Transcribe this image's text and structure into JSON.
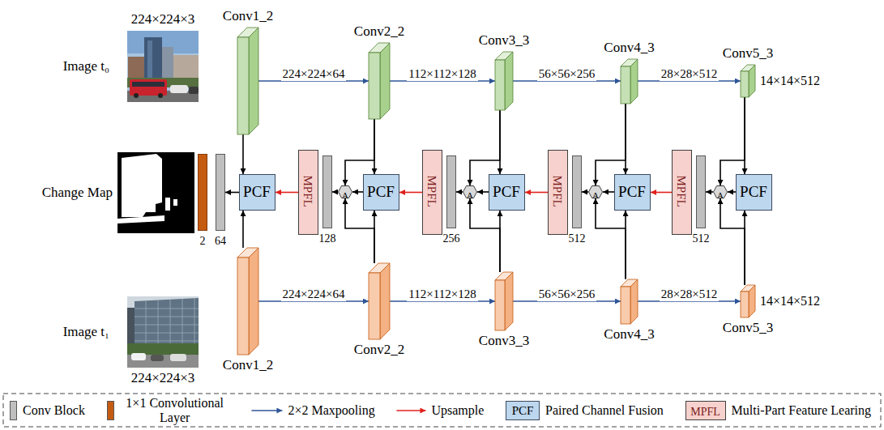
{
  "diagram": {
    "nodes": [
      {
        "text": [
          "Image t₀",
          "224×224×3"
        ]
      },
      {
        "text": [
          "Conv1_2"
        ]
      },
      {
        "text": [
          "Conv2_2"
        ]
      },
      {
        "text": [
          "Conv3_3"
        ]
      },
      {
        "text": [
          "Conv4_3"
        ]
      },
      {
        "text": [
          "Conv5_3"
        ]
      },
      {
        "text": [
          "Change Map"
        ]
      },
      {
        "text": [
          "2"
        ]
      },
      {
        "text": [
          "64"
        ]
      },
      {
        "text": [
          "PCF"
        ]
      },
      {
        "text": [
          "MPFL"
        ]
      },
      {
        "text": [
          "128"
        ]
      },
      {
        "text": [
          "A"
        ]
      },
      {
        "text": [
          "PCF"
        ]
      },
      {
        "text": [
          "MPFL"
        ]
      },
      {
        "text": [
          "256"
        ]
      },
      {
        "text": [
          "A"
        ]
      },
      {
        "text": [
          "PCF"
        ]
      },
      {
        "text": [
          "MPFL"
        ]
      },
      {
        "text": [
          "512"
        ]
      },
      {
        "text": [
          "A"
        ]
      },
      {
        "text": [
          "PCF"
        ]
      },
      {
        "text": [
          "MPFL"
        ]
      },
      {
        "text": [
          "512"
        ]
      },
      {
        "text": [
          "A"
        ]
      },
      {
        "text": [
          "PCF"
        ]
      },
      {
        "text": [
          "Image t₁",
          "224×224×3"
        ]
      },
      {
        "text": [
          "Conv1_2"
        ]
      },
      {
        "text": [
          "Conv2_2"
        ]
      },
      {
        "text": [
          "Conv3_3"
        ]
      },
      {
        "text": [
          "Conv4_3"
        ]
      },
      {
        "text": [
          "Conv5_3"
        ]
      }
    ],
    "edges": [
      {
        "from": 1,
        "to": 2,
        "label": "224×224×64",
        "arrow": "to"
      },
      {
        "from": 2,
        "to": 3,
        "label": "112×112×128",
        "arrow": "to"
      },
      {
        "from": 3,
        "to": 4,
        "label": "56×56×256",
        "arrow": "to"
      },
      {
        "from": 4,
        "to": 5,
        "label": "28×28×512",
        "arrow": "to"
      },
      {
        "from": 1,
        "to": 9,
        "arrow": "to"
      },
      {
        "from": 2,
        "to": 13,
        "arrow": "to"
      },
      {
        "from": 3,
        "to": 17,
        "arrow": "to"
      },
      {
        "from": 4,
        "to": 21,
        "arrow": "to"
      },
      {
        "from": 5,
        "to": 25,
        "arrow": "to"
      },
      {
        "from": 2,
        "to": 12,
        "arrow": "to"
      },
      {
        "from": 3,
        "to": 16,
        "arrow": "to"
      },
      {
        "from": 4,
        "to": 20,
        "arrow": "to"
      },
      {
        "from": 5,
        "to": 24,
        "arrow": "to"
      },
      {
        "from": 25,
        "to": 24,
        "arrow": "to"
      },
      {
        "from": 24,
        "to": 23,
        "arrow": "to"
      },
      {
        "from": 22,
        "to": 21,
        "arrow": "to"
      },
      {
        "from": 21,
        "to": 20,
        "arrow": "to"
      },
      {
        "from": 20,
        "to": 19,
        "arrow": "to"
      },
      {
        "from": 18,
        "to": 17,
        "arrow": "to"
      },
      {
        "from": 17,
        "to": 16,
        "arrow": "to"
      },
      {
        "from": 16,
        "to": 15,
        "arrow": "to"
      },
      {
        "from": 14,
        "to": 13,
        "arrow": "to"
      },
      {
        "from": 13,
        "to": 12,
        "arrow": "to"
      },
      {
        "from": 12,
        "to": 11,
        "arrow": "to"
      },
      {
        "from": 10,
        "to": 9,
        "arrow": "to"
      },
      {
        "from": 9,
        "to": 8,
        "arrow": "to"
      },
      {
        "from": 27,
        "to": 9,
        "arrow": "to"
      },
      {
        "from": 28,
        "to": 13,
        "arrow": "to"
      },
      {
        "from": 29,
        "to": 17,
        "arrow": "to"
      },
      {
        "from": 30,
        "to": 21,
        "arrow": "to"
      },
      {
        "from": 31,
        "to": 25,
        "arrow": "to"
      },
      {
        "from": 28,
        "to": 12,
        "arrow": "to"
      },
      {
        "from": 29,
        "to": 16,
        "arrow": "to"
      },
      {
        "from": 30,
        "to": 20,
        "arrow": "to"
      },
      {
        "from": 31,
        "to": 24,
        "arrow": "to"
      },
      {
        "from": 27,
        "to": 28,
        "label": "224×224×64",
        "arrow": "to"
      },
      {
        "from": 28,
        "to": 29,
        "label": "112×112×128",
        "arrow": "to"
      },
      {
        "from": 29,
        "to": 30,
        "label": "56×56×256",
        "arrow": "to"
      },
      {
        "from": 30,
        "to": 31,
        "label": "28×28×512",
        "arrow": "to"
      }
    ],
    "labels": [
      "14×14×512",
      "14×14×512",
      "PCF",
      "MPFL"
    ],
    "legend": [
      {
        "text": "Conv Block",
        "color": "#bfbfbf"
      },
      {
        "text": "1×1 Convolutional Layer",
        "color": "#c55a11"
      },
      {
        "text": "2×2 Maxpooling"
      },
      {
        "text": "Upsample"
      },
      {
        "text": "Paired Channel Fusion",
        "color": "#bdd7ee"
      },
      {
        "text": "Multi-Part Feature Learing",
        "color": "#f7d1cd"
      }
    ]
  }
}
